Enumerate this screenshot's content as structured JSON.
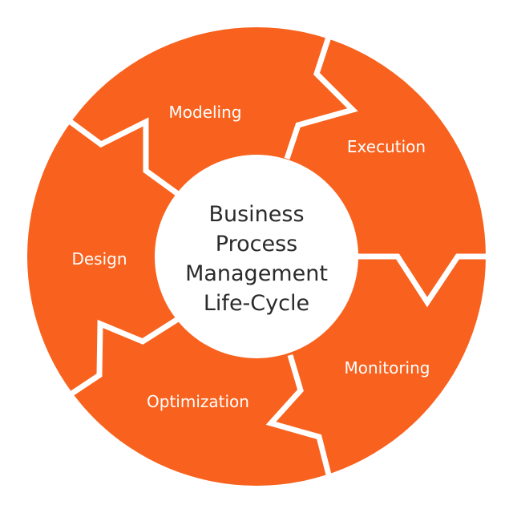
{
  "diagram": {
    "title_lines": [
      "Business",
      "Process",
      "Management",
      "Life-Cycle"
    ],
    "stages": [
      {
        "id": "modeling",
        "label": "Modeling"
      },
      {
        "id": "execution",
        "label": "Execution"
      },
      {
        "id": "monitoring",
        "label": "Monitoring"
      },
      {
        "id": "optimization",
        "label": "Optimization"
      },
      {
        "id": "design",
        "label": "Design"
      }
    ],
    "colors": {
      "ring": "#f8621e",
      "center": "#ffffff",
      "stage_text": "#ffffff",
      "center_text": "#2b2b2b"
    }
  }
}
